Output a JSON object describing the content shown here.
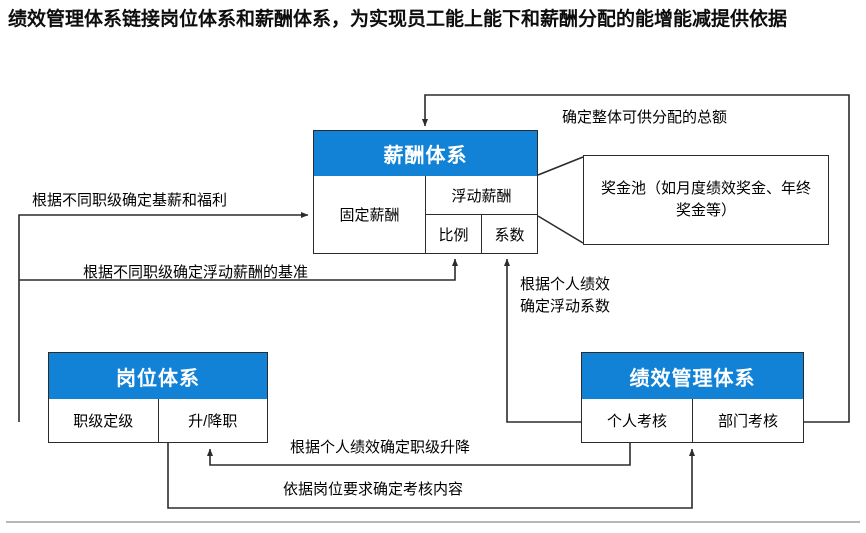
{
  "title": "绩效管理体系链接岗位体系和薪酬体系，为实现员工能上能下和薪酬分配的能增能减提供依据",
  "colors": {
    "header_blue": "#1282d6",
    "line": "#2b2b2b",
    "text": "#000000",
    "baseline": "#b7b7b7"
  },
  "boxes": {
    "salary": {
      "header": "薪酬体系",
      "fixed": "固定薪酬",
      "floating": "浮动薪酬",
      "ratio": "比例",
      "coefficient": "系数"
    },
    "position": {
      "header": "岗位体系",
      "grading": "职级定级",
      "promotion": "升/降职"
    },
    "performance": {
      "header": "绩效管理体系",
      "individual": "个人考核",
      "department": "部门考核"
    }
  },
  "callout": {
    "text": "奖金池（如月度绩效奖金、年终奖金等）"
  },
  "labels": {
    "total_amount": "确定整体可供分配的总额",
    "base_salary": "根据不同职级确定基薪和福利",
    "floating_base": "根据不同职级确定浮动薪酬的基准",
    "coefficient_line1": "根据个人绩效",
    "coefficient_line2": "确定浮动系数",
    "rank_change": "根据个人绩效确定职级升降",
    "assessment_content": "依据岗位要求确定考核内容"
  }
}
